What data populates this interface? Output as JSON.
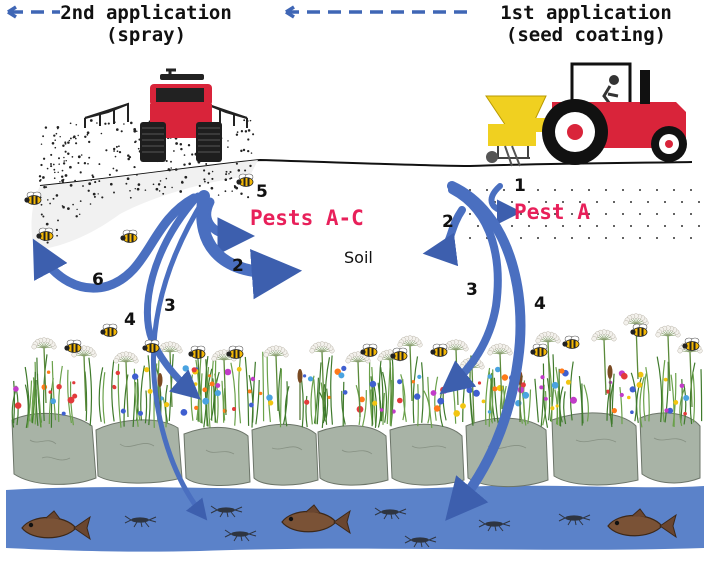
{
  "header": {
    "second_application_line1": "2nd application",
    "second_application_line2": "(spray)",
    "first_application_line1": "1st application",
    "first_application_line2": "(seed coating)"
  },
  "labels": {
    "pests_spray": "Pests A-C",
    "pest_seed": "Pest A",
    "soil": "Soil"
  },
  "pathways": {
    "left": [
      "5",
      "2",
      "6",
      "3",
      "4"
    ],
    "right": [
      "1",
      "2",
      "3",
      "4"
    ]
  },
  "colors": {
    "arrow_blue": "#4a6fc0",
    "dash_blue": "#3f66b5",
    "pest_text": "#e8205a",
    "tractor_red": "#d9243a",
    "hopper_yellow": "#f0d020",
    "rock_gray": "#a8b3a6",
    "water_blue": "#5b82c9",
    "fish_brown": "#7a5236"
  },
  "icons": [
    "tractor-sprayer-icon",
    "seeding-tractor-icon",
    "bee-icon",
    "fish-icon",
    "aquatic-insect-icon",
    "wildflower-icon"
  ]
}
